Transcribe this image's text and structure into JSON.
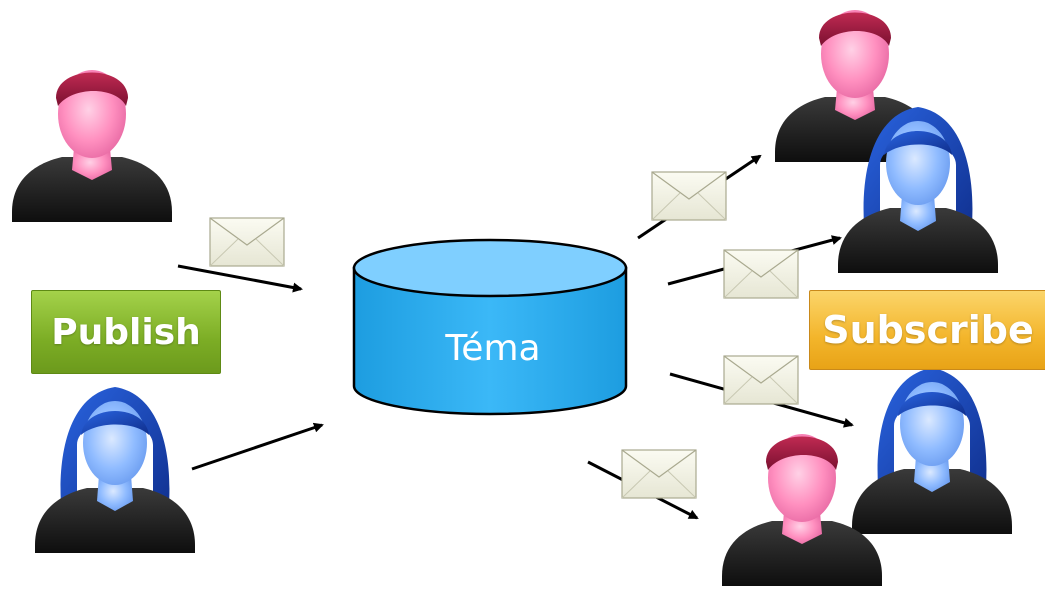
{
  "publish_label": "Publish",
  "subscribe_label": "Subscribe",
  "topic_label": "Téma",
  "colors": {
    "publish": "#8cbd32",
    "subscribe": "#f2b22c",
    "topic_body": "#2eaef0",
    "topic_top": "#7fcfff",
    "male_hair": "#9a1a3a",
    "female_hair": "#1b46b8",
    "male_skin": "#ff8fbf",
    "female_skin": "#8fbbff",
    "shirt": "#1a1a1a"
  },
  "icons": [
    "person-male-icon",
    "person-female-icon",
    "envelope-icon",
    "database-icon",
    "arrow-icon"
  ]
}
